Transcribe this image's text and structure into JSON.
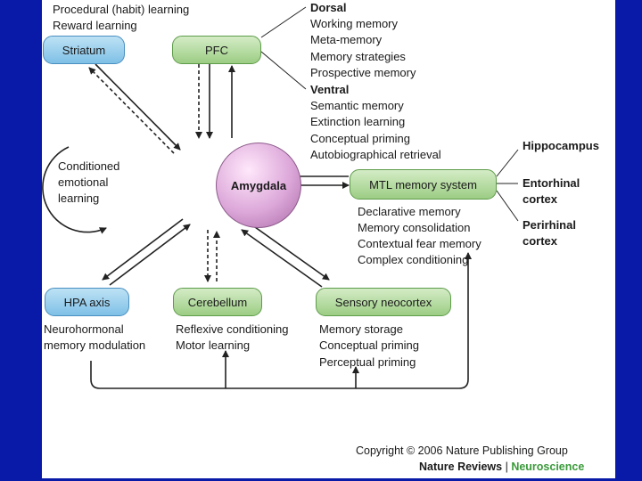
{
  "nodes": {
    "striatum": "Striatum",
    "pfc": "PFC",
    "amygdala": "Amygdala",
    "mtl": "MTL memory system",
    "hpa": "HPA axis",
    "cerebellum": "Cerebellum",
    "sensory": "Sensory neocortex"
  },
  "striatum_functions": [
    "Procedural (habit) learning",
    "Reward learning"
  ],
  "pfc_functions": {
    "dorsal_heading": "Dorsal",
    "dorsal": [
      "Working memory",
      "Meta-memory",
      "Memory strategies",
      "Prospective memory"
    ],
    "ventral_heading": "Ventral",
    "ventral": [
      "Semantic memory",
      "Extinction learning",
      "Conceptual priming",
      "Autobiographical retrieval"
    ]
  },
  "conditioned_label": [
    "Conditioned",
    "emotional",
    "learning"
  ],
  "mtl_functions": [
    "Declarative memory",
    "Memory consolidation",
    "Contextual fear memory",
    "Complex conditioning"
  ],
  "mtl_parts": {
    "hippocampus": "Hippocampus",
    "entorhinal": [
      "Entorhinal",
      "cortex"
    ],
    "perirhinal": [
      "Perirhinal",
      "cortex"
    ]
  },
  "hpa_functions": [
    "Neurohormonal",
    "memory modulation"
  ],
  "cerebellum_functions": [
    "Reflexive conditioning",
    "Motor learning"
  ],
  "sensory_functions": [
    "Memory storage",
    "Conceptual priming",
    "Perceptual priming"
  ],
  "copyright": "Copyright © 2006 Nature Publishing Group",
  "journal": {
    "name": "Nature Reviews",
    "separator": " | ",
    "section": "Neuroscience"
  },
  "colors": {
    "background": "#0a1aa8",
    "neuroscience": "#3a9a3a"
  }
}
